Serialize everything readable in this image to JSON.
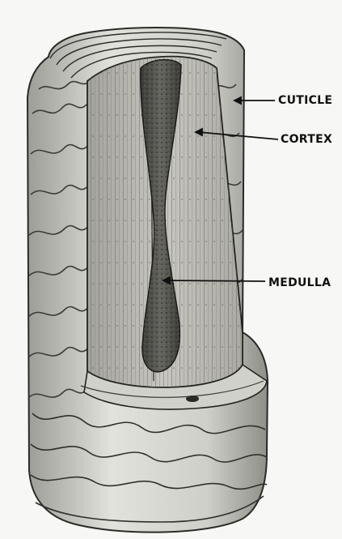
{
  "figure": {
    "labels": {
      "cuticle": "CUTICLE",
      "cortex": "CORTEX",
      "medulla": "MEDULLA"
    },
    "colors": {
      "background": "#f7f7f5",
      "ink": "#1a1a1a",
      "cuticle_fill": "#d8d8d3",
      "cortex_fill": "#b9b9b2",
      "medulla_fill": "#4a4a46"
    }
  }
}
